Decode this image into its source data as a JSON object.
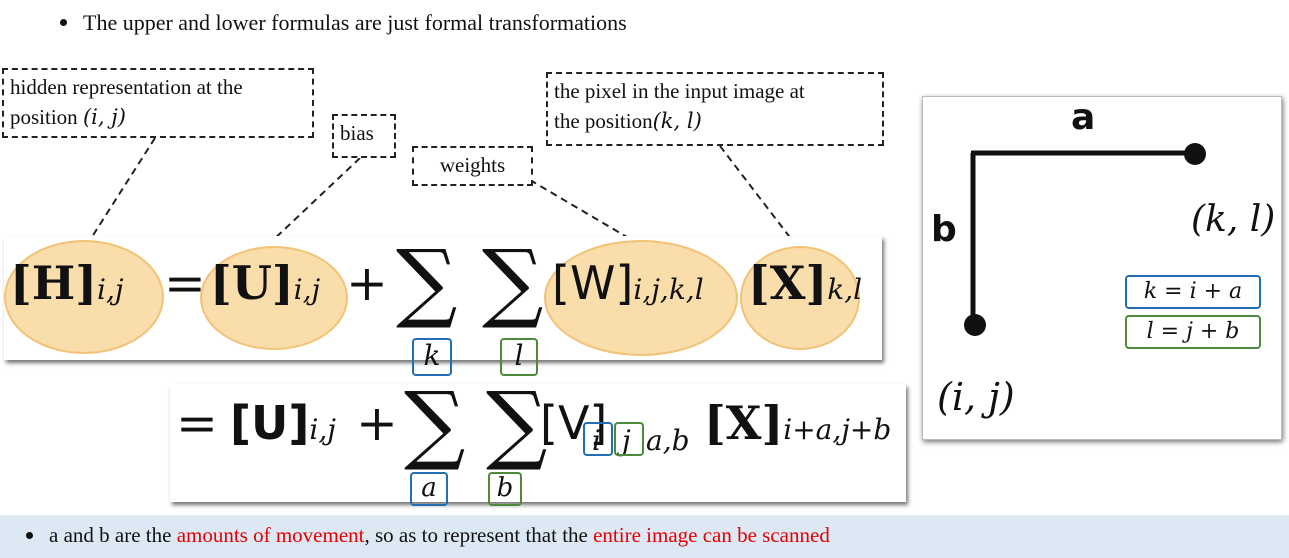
{
  "top_bullet": "The upper and lower formulas are just formal transformations",
  "callouts": {
    "hidden_line1": "hidden representation at the",
    "hidden_line2": "position",
    "hidden_pos": "(i, j)",
    "bias": "bias",
    "weights": "weights",
    "pixel_line1": "the pixel in the input image at",
    "pixel_line2": "the position",
    "pixel_pos": "(k, l)"
  },
  "formula1": {
    "H": "[H]",
    "H_sub": "i,j",
    "eq": "=",
    "U": "[U]",
    "U_sub": "i,j",
    "plus": "+",
    "sum": "∑",
    "W": "[W]",
    "W_sub": "i,j,k,l",
    "X": "[X]",
    "X_sub": "k,l",
    "k": "k",
    "l": "l"
  },
  "formula2": {
    "eq": "=",
    "U": "[U]",
    "U_sub": "i,j",
    "plus": "+",
    "sum": "∑",
    "V": "[V]",
    "V_i": "i",
    "V_j": "j",
    "V_rest": "a,b",
    "X": "[X]",
    "X_sub": "i+a,j+b",
    "a": "a",
    "b": "b"
  },
  "diagram": {
    "a_label": "a",
    "b_label": "b",
    "kl": "(k, l)",
    "ij": "(i, j)",
    "eq_k": "k = i + a",
    "eq_l": "l = j + b"
  },
  "bottom_bullet": {
    "part1": "a and b are the ",
    "part2": "amounts of movement",
    "part3": ", so as to represent that the ",
    "part4": "entire image can be scanned"
  },
  "colors": {
    "blue_box": "#1f6fb2",
    "green_box": "#4d8a3a",
    "highlight": "#f8d89c",
    "red_text": "#e60000",
    "bottom_bar": "#dce8f4"
  }
}
